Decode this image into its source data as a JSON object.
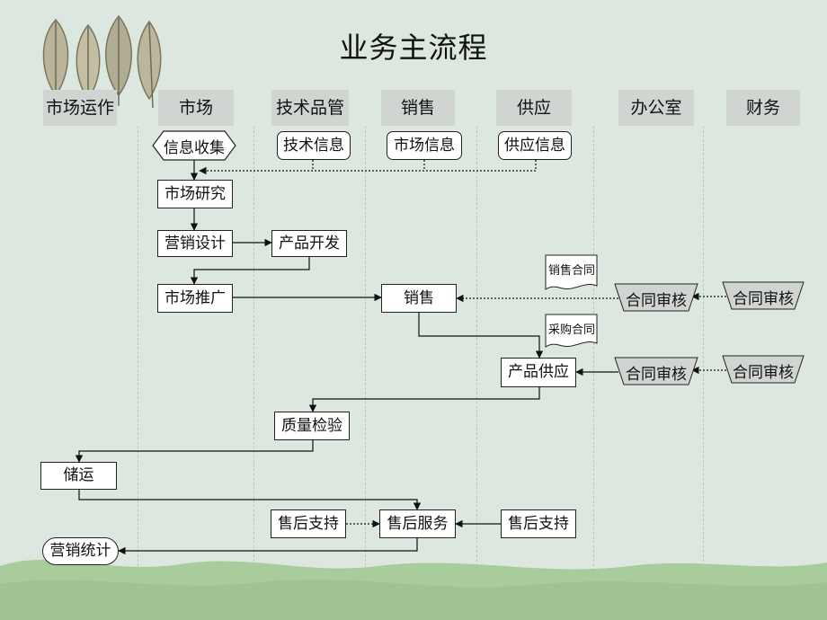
{
  "title": "业务主流程",
  "lanes": [
    "市场运作",
    "市场",
    "技术品管",
    "销售",
    "供应",
    "办公室",
    "财务"
  ],
  "nodes": {
    "info_collect": "信息收集",
    "tech_info": "技术信息",
    "market_info": "市场信息",
    "supply_info": "供应信息",
    "market_research": "市场研究",
    "marketing_design": "营销设计",
    "product_dev": "产品开发",
    "market_promo": "市场推广",
    "sales": "销售",
    "sales_contract": "销售合同",
    "purchase_contract": "采购合同",
    "contract_review_office_1": "合同审核",
    "contract_review_finance_1": "合同审核",
    "product_supply": "产品供应",
    "contract_review_office_2": "合同审核",
    "contract_review_finance_2": "合同审核",
    "quality_check": "质量检验",
    "storage_transport": "储运",
    "after_support_tech": "售后支持",
    "after_service": "售后服务",
    "after_support_supply": "售后支持",
    "marketing_stats": "营销统计"
  },
  "colors": {
    "background": "#dce8df",
    "lane_header": "#d0d5d2",
    "hills": "#a9cc9c",
    "line": "#111111"
  }
}
